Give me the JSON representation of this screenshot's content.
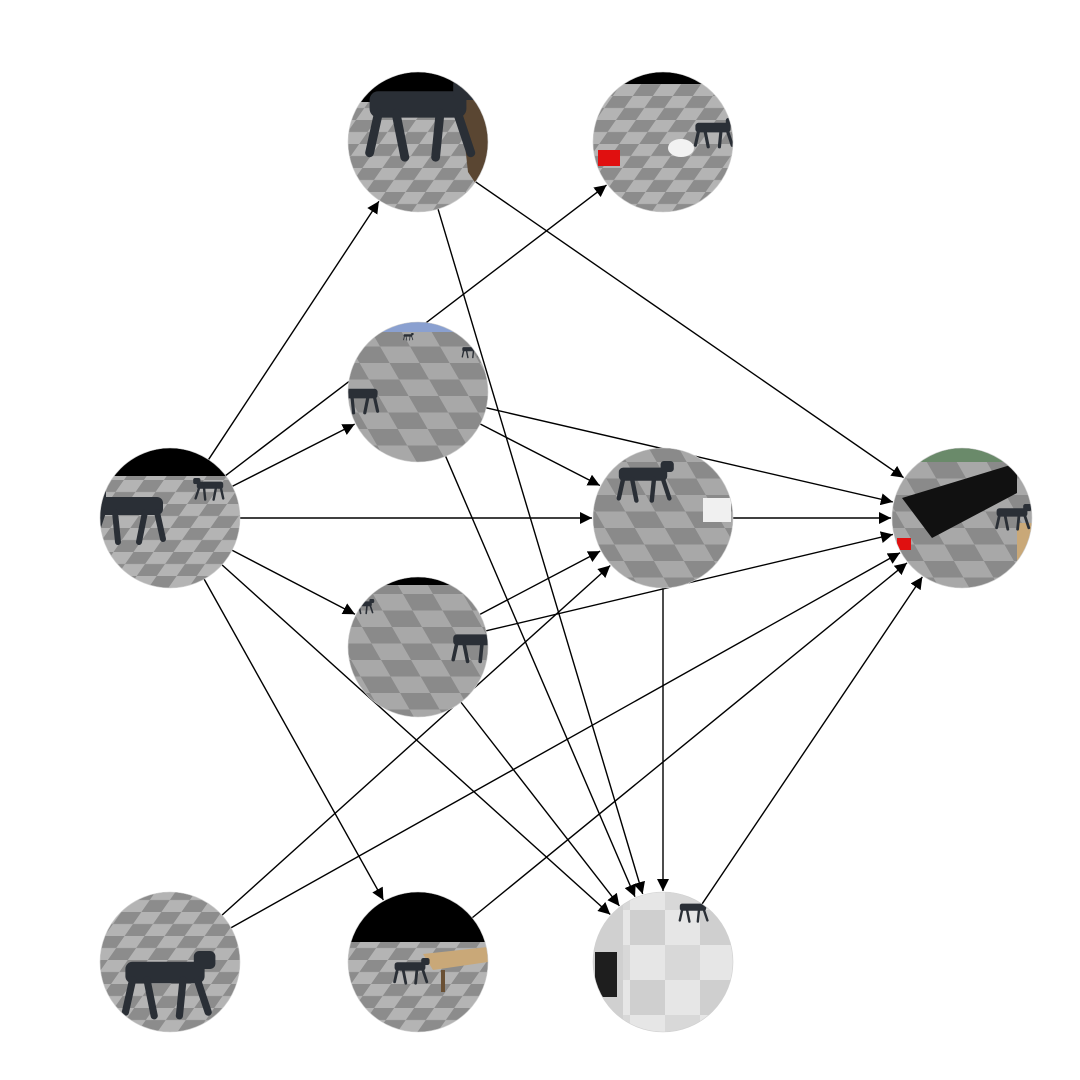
{
  "diagram": {
    "type": "directed-graph",
    "node_style": "circular-thumbnail",
    "edge_color": "#000000",
    "nodes": [
      {
        "id": "n1",
        "scene": "robot-dog-near-wooden-furniture"
      },
      {
        "id": "n2",
        "scene": "robot-dog-with-red-and-white-objects"
      },
      {
        "id": "n3",
        "scene": "robots-distant-on-checkerboard"
      },
      {
        "id": "n4",
        "scene": "robot-dog-walking-left"
      },
      {
        "id": "n5",
        "scene": "robot-dog-with-white-box"
      },
      {
        "id": "n6",
        "scene": "robot-dog-near-black-sofa"
      },
      {
        "id": "n7",
        "scene": "robot-on-checkerboard-right"
      },
      {
        "id": "n8",
        "scene": "robot-dog-closeup-bottom"
      },
      {
        "id": "n9",
        "scene": "robot-dog-near-wooden-table"
      },
      {
        "id": "n10",
        "scene": "robot-in-white-room"
      }
    ],
    "edges": [
      [
        "n4",
        "n1"
      ],
      [
        "n4",
        "n2"
      ],
      [
        "n4",
        "n3"
      ],
      [
        "n4",
        "n5"
      ],
      [
        "n4",
        "n7"
      ],
      [
        "n4",
        "n9"
      ],
      [
        "n4",
        "n10"
      ],
      [
        "n1",
        "n6"
      ],
      [
        "n1",
        "n10"
      ],
      [
        "n3",
        "n5"
      ],
      [
        "n3",
        "n6"
      ],
      [
        "n3",
        "n10"
      ],
      [
        "n5",
        "n6"
      ],
      [
        "n5",
        "n10"
      ],
      [
        "n7",
        "n5"
      ],
      [
        "n7",
        "n6"
      ],
      [
        "n7",
        "n10"
      ],
      [
        "n8",
        "n5"
      ],
      [
        "n8",
        "n6"
      ],
      [
        "n9",
        "n6"
      ],
      [
        "n10",
        "n6"
      ]
    ]
  },
  "colors": {
    "floor_dark": "#8c8c8c",
    "floor_light": "#b4b4b4",
    "robot": "#2a2f36",
    "sky": "#000000",
    "red_object": "#e01010",
    "wood": "#c9a878",
    "sofa": "#111111"
  }
}
